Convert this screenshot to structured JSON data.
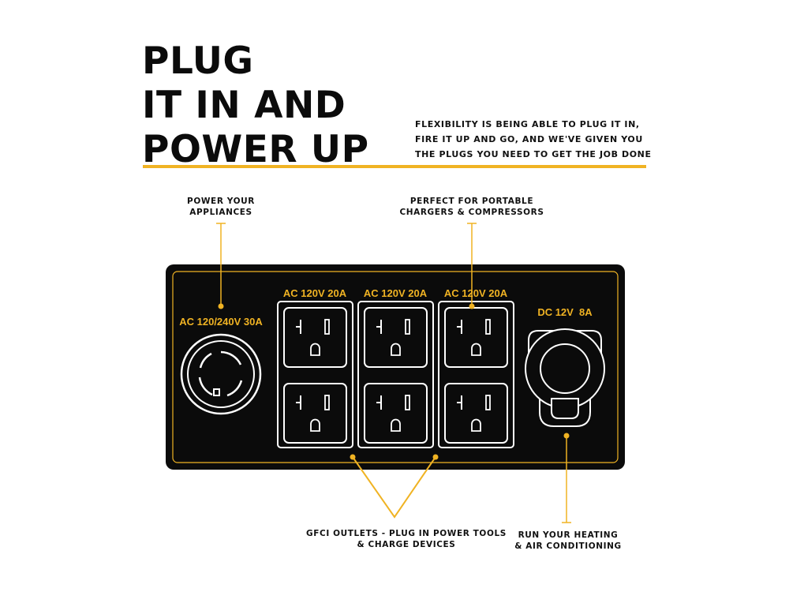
{
  "headline": {
    "lines": [
      "PLUG",
      "IT IN AND",
      "POWER UP"
    ]
  },
  "tagline": {
    "lines": [
      "FLEXIBILITY IS BEING ABLE TO PLUG IT IN,",
      "FIRE IT UP AND GO, AND WE'VE GIVEN YOU",
      "THE PLUGS YOU NEED TO GET THE JOB DONE"
    ]
  },
  "callouts": {
    "appliances": [
      "POWER YOUR",
      "APPLIANCES"
    ],
    "portable": [
      "PERFECT FOR PORTABLE",
      "CHARGERS & COMPRESSORS"
    ],
    "gfci": [
      "GFCI OUTLETS - PLUG IN POWER TOOLS",
      "& CHARGE DEVICES"
    ],
    "hvac": [
      "RUN YOUR HEATING",
      "& AIR CONDITIONING"
    ]
  },
  "panel": {
    "twistlock_label": "AC 120/240V 30A",
    "duplex_labels": [
      "AC 120V 20A",
      "AC 120V 20A",
      "AC 120V 20A"
    ],
    "dc_label": "DC 12V  8A"
  },
  "colors": {
    "accent": "#f0b323",
    "panel": "#0b0b0b",
    "text": "#111111"
  }
}
